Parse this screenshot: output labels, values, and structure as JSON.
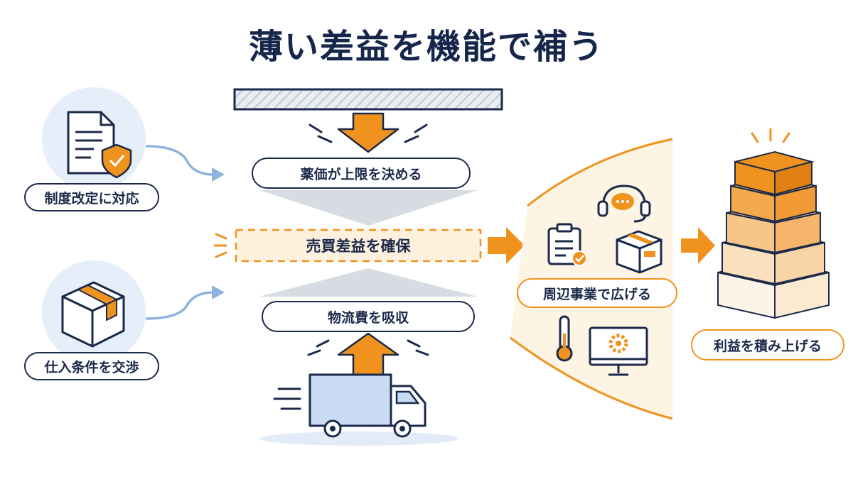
{
  "title": "薄い差益を機能で補う",
  "left": {
    "regulation_label": "制度改定に対応",
    "supplier_label": "仕入条件を交渉"
  },
  "center": {
    "price_cap_label": "薬価が上限を決める",
    "margin_label": "売買差益を確保",
    "logistics_label": "物流費を吸収"
  },
  "right": {
    "business_label": "周辺事業で広げる",
    "profit_label": "利益を積み上げる"
  },
  "colors": {
    "navy": "#1b2a4a",
    "orange": "#f0921e",
    "light_blue": "#dbe8f8",
    "cream": "#fdf4e3"
  }
}
